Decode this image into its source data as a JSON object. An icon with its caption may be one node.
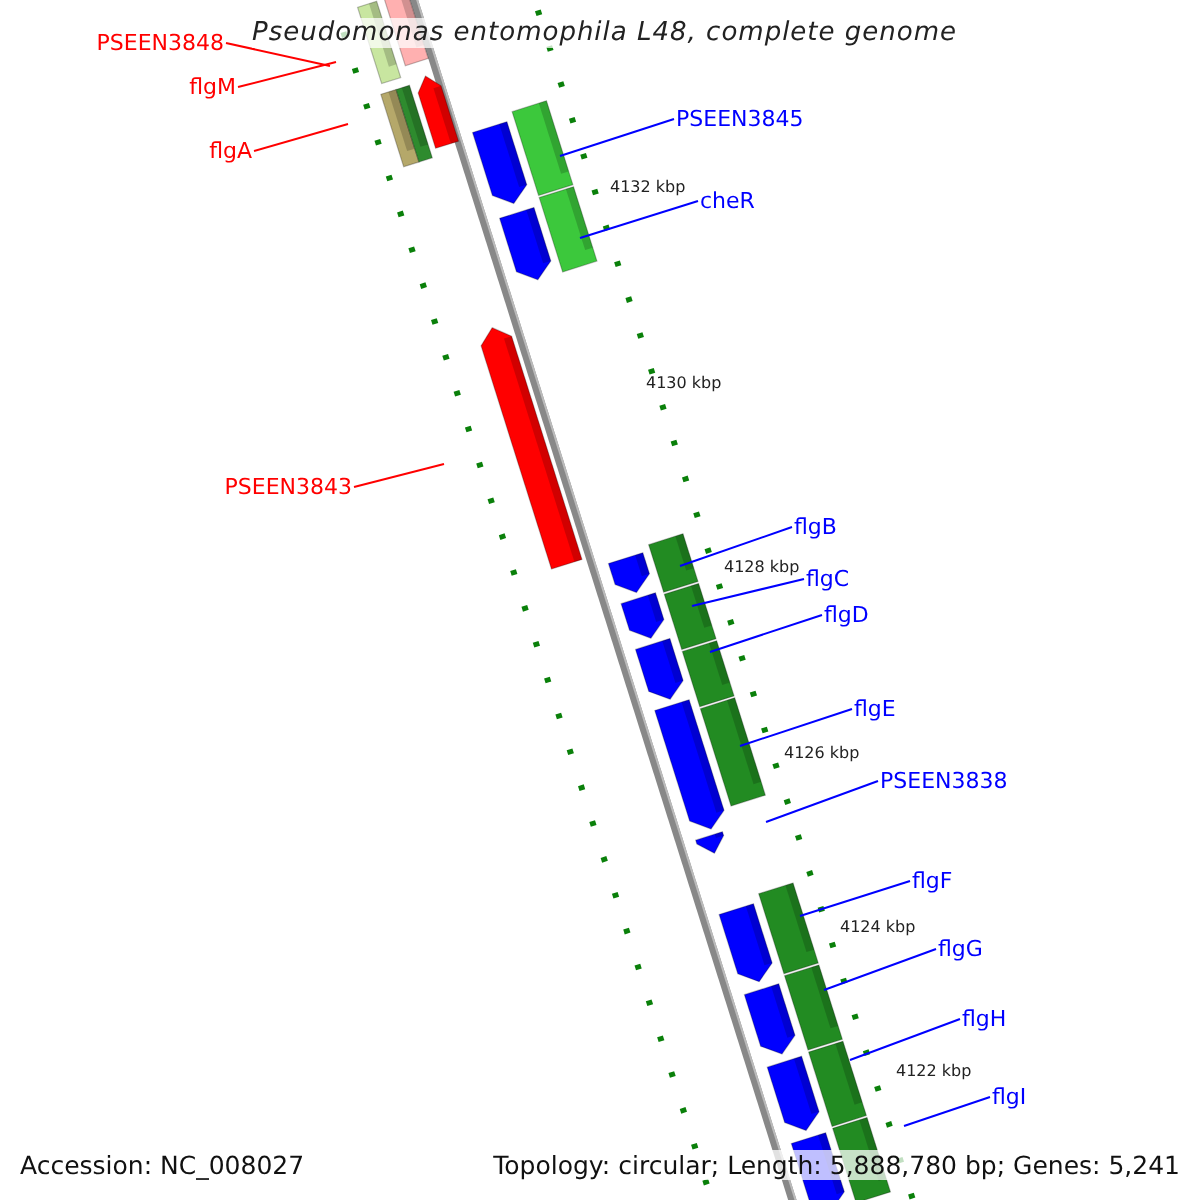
{
  "diagram": {
    "title": "Pseudomonas entomophila L48, complete genome",
    "nodes": [
      {
        "text": [
          "PSEEN3848"
        ]
      },
      {
        "text": [
          "flgM"
        ]
      },
      {
        "text": [
          "flgA"
        ]
      },
      {
        "text": [
          "PSEEN3845"
        ]
      },
      {
        "text": [
          "cheR"
        ]
      },
      {
        "text": [
          "PSEEN3843"
        ]
      },
      {
        "text": [
          "flgB"
        ]
      },
      {
        "text": [
          "flgC"
        ]
      },
      {
        "text": [
          "flgD"
        ]
      },
      {
        "text": [
          "flgE"
        ]
      },
      {
        "text": [
          "PSEEN3838"
        ]
      },
      {
        "text": [
          "flgF"
        ]
      },
      {
        "text": [
          "flgG"
        ]
      },
      {
        "text": [
          "flgH"
        ]
      },
      {
        "text": [
          "flgI"
        ]
      }
    ],
    "edges": [
      {
        "from": 0,
        "to": null,
        "arrow": "none",
        "color": "#ff0000"
      },
      {
        "from": 1,
        "to": null,
        "arrow": "none",
        "color": "#ff0000"
      },
      {
        "from": 2,
        "to": null,
        "arrow": "none",
        "color": "#ff0000"
      },
      {
        "from": 3,
        "to": null,
        "arrow": "none"
      },
      {
        "from": 4,
        "to": null,
        "arrow": "none"
      },
      {
        "from": 5,
        "to": null,
        "arrow": "none",
        "color": "#ff0000"
      },
      {
        "from": 6,
        "to": null,
        "arrow": "none"
      },
      {
        "from": 7,
        "to": null,
        "arrow": "none"
      },
      {
        "from": 8,
        "to": null,
        "arrow": "none"
      },
      {
        "from": 9,
        "to": null,
        "arrow": "none"
      },
      {
        "from": 10,
        "to": null,
        "arrow": "none"
      },
      {
        "from": 11,
        "to": null,
        "arrow": "none"
      },
      {
        "from": 12,
        "to": null,
        "arrow": "none"
      },
      {
        "from": 13,
        "to": null,
        "arrow": "none"
      },
      {
        "from": 14,
        "to": null,
        "arrow": "none"
      }
    ],
    "labels": [
      "4132 kbp",
      "4130 kbp",
      "4128 kbp",
      "4126 kbp",
      "4124 kbp",
      "4122 kbp",
      "Accession: NC_008027",
      "Topology: circular; Length: 5,888,780 bp; Genes: 5,241"
    ]
  }
}
